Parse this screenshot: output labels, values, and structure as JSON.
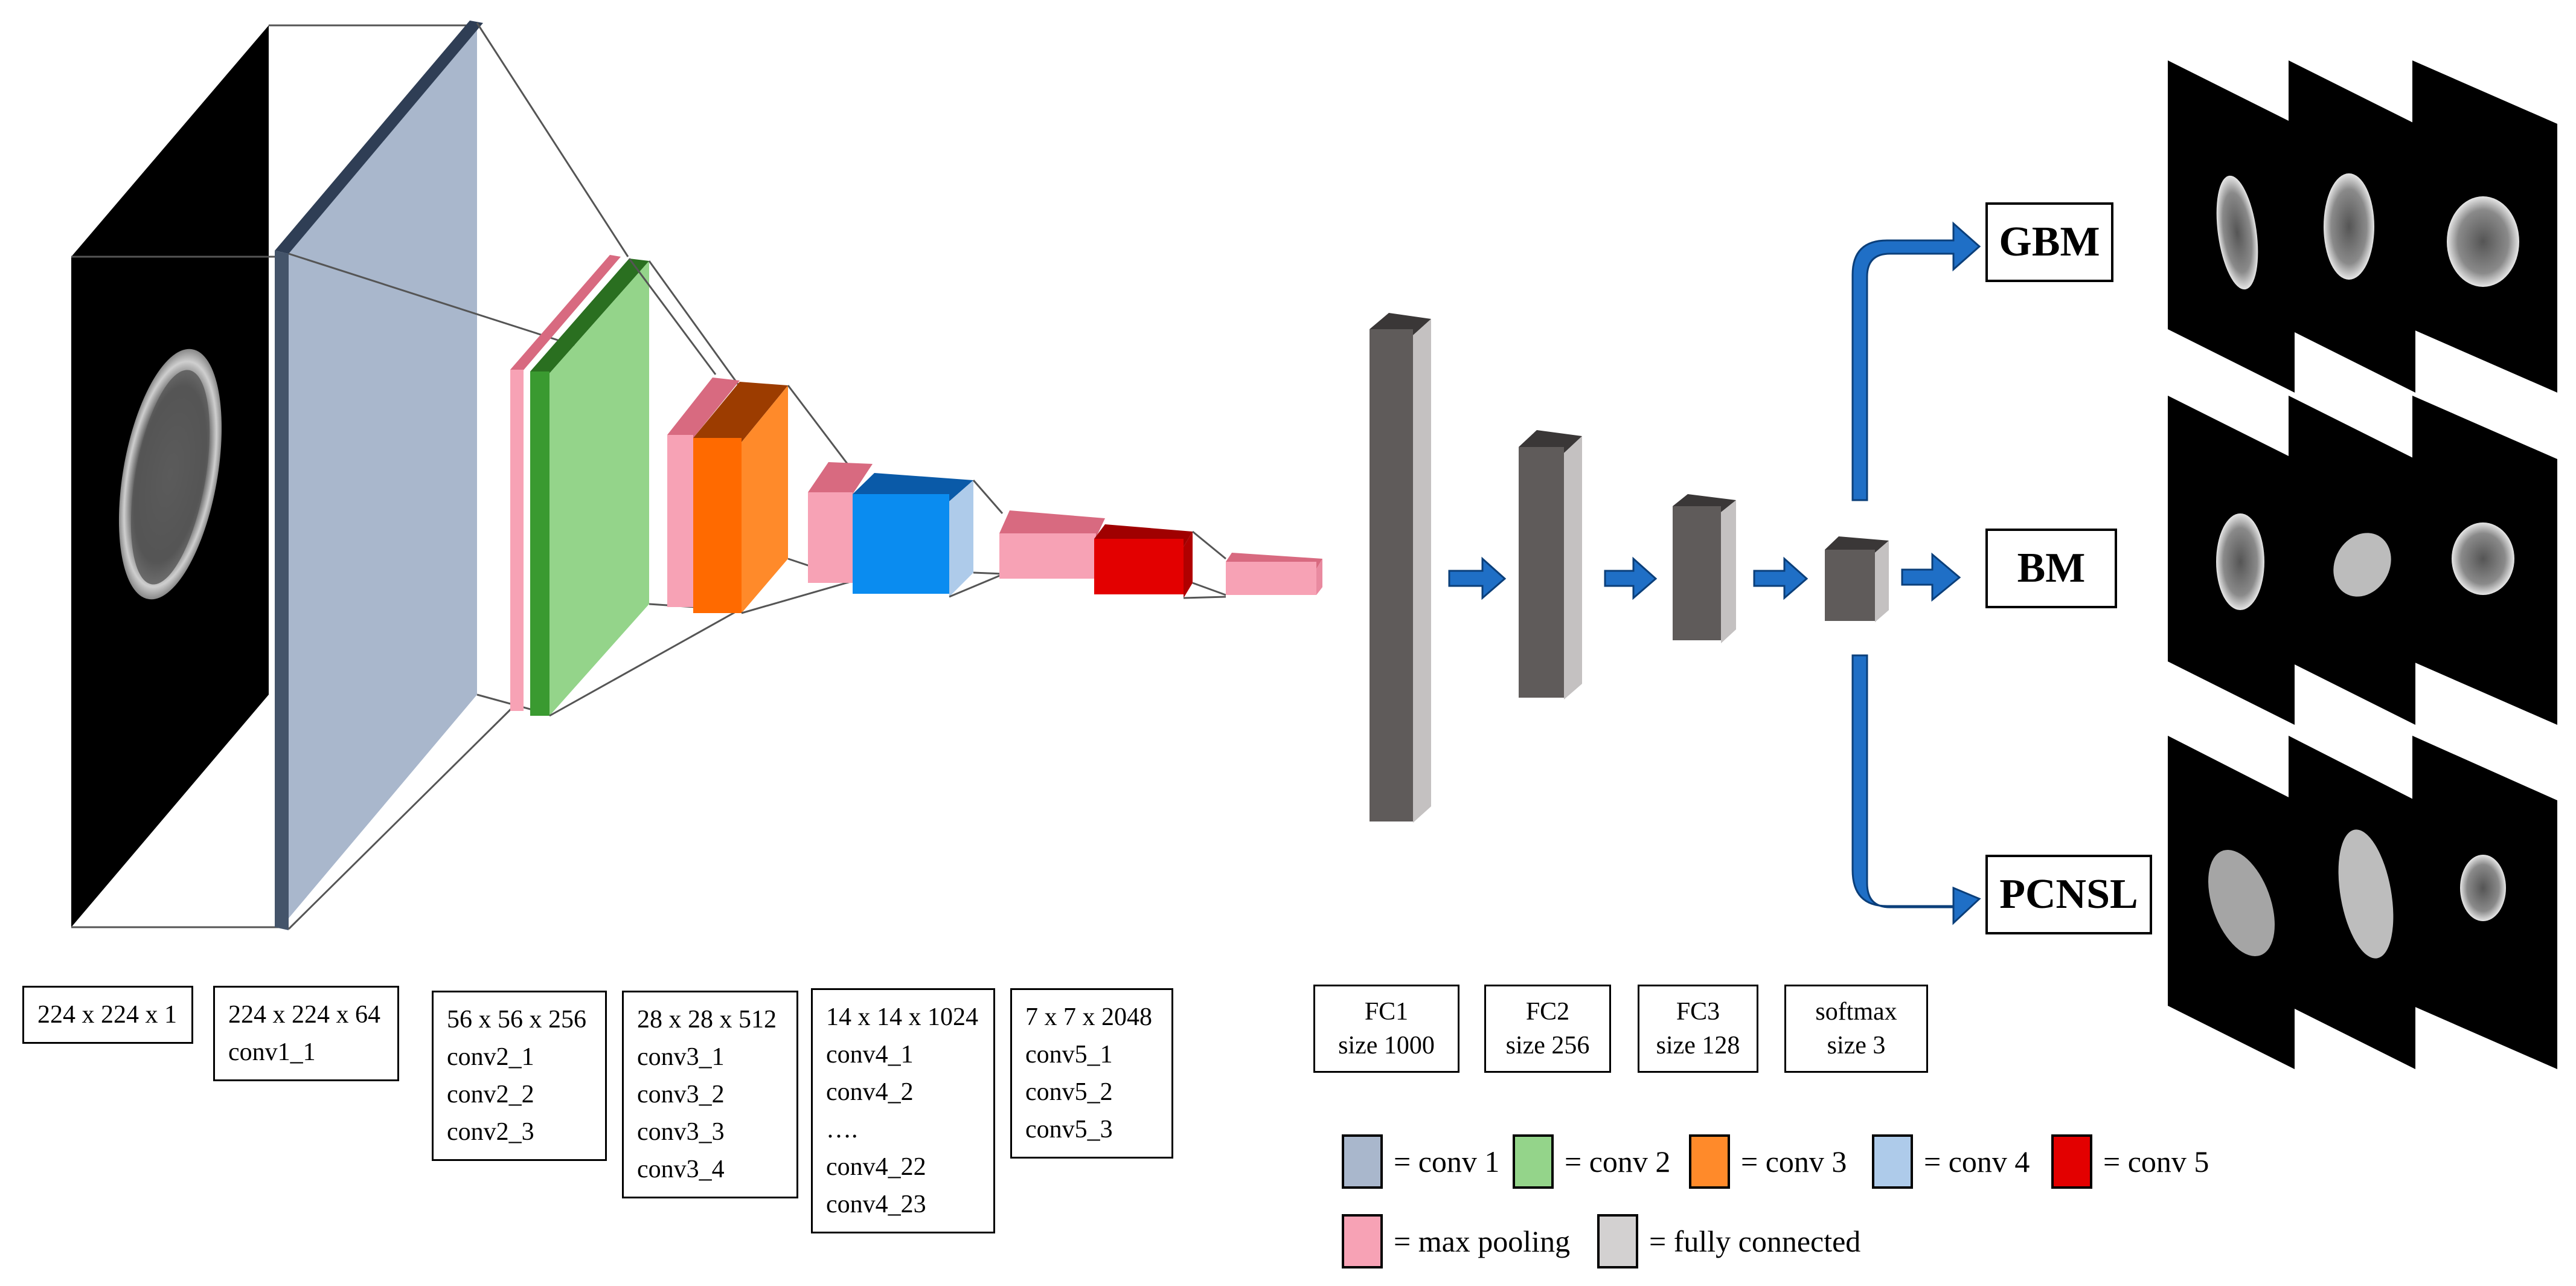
{
  "layer_labels": [
    {
      "lines": [
        "224 x 224 x 1"
      ]
    },
    {
      "lines": [
        "224 x 224 x 64",
        "conv1_1"
      ]
    },
    {
      "lines": [
        "56 x 56 x 256",
        "conv2_1",
        "conv2_2",
        "conv2_3"
      ]
    },
    {
      "lines": [
        "28 x 28 x 512",
        "conv3_1",
        "conv3_2",
        "conv3_3",
        "conv3_4"
      ]
    },
    {
      "lines": [
        "14 x 14 x 1024",
        "conv4_1",
        "conv4_2",
        "….",
        "conv4_22",
        "conv4_23"
      ]
    },
    {
      "lines": [
        "7 x 7 x 2048",
        "conv5_1",
        "conv5_2",
        "conv5_3"
      ]
    }
  ],
  "fc_labels": [
    {
      "lines": [
        "FC1",
        "size 1000"
      ]
    },
    {
      "lines": [
        "FC2",
        "size 256"
      ]
    },
    {
      "lines": [
        "FC3",
        "size 128"
      ]
    },
    {
      "lines": [
        "softmax",
        "size 3"
      ]
    }
  ],
  "outputs": [
    "GBM",
    "BM",
    "PCNSL"
  ],
  "legend": [
    {
      "label": "= conv 1",
      "color": "#a9b7cc"
    },
    {
      "label": "= conv 2",
      "color": "#94d48a"
    },
    {
      "label": "= conv 3",
      "color": "#ff8a2a"
    },
    {
      "label": "= conv 4",
      "color": "#aecbea"
    },
    {
      "label": "= conv 5",
      "color": "#e30000"
    },
    {
      "label": "= max pooling",
      "color": "#f7a2b5"
    },
    {
      "label": "= fully connected",
      "color": "#d3d1d1"
    }
  ],
  "colors": {
    "conv1": "#a9b7cc",
    "conv1_edge": "#44546a",
    "conv2": "#94d48a",
    "conv2_edge": "#3a9a30",
    "conv3": "#ff6a00",
    "conv3_edge": "#9c3c00",
    "conv4": "#0a8cf0",
    "conv4_edge": "#0a5aa8",
    "conv5": "#e30000",
    "conv5_edge": "#a00000",
    "pool": "#f7a2b5",
    "pool_edge": "#d86a80",
    "fc": "#5f5b5a",
    "fc_edge": "#3a3737",
    "arrow": "#1f6fc6"
  }
}
